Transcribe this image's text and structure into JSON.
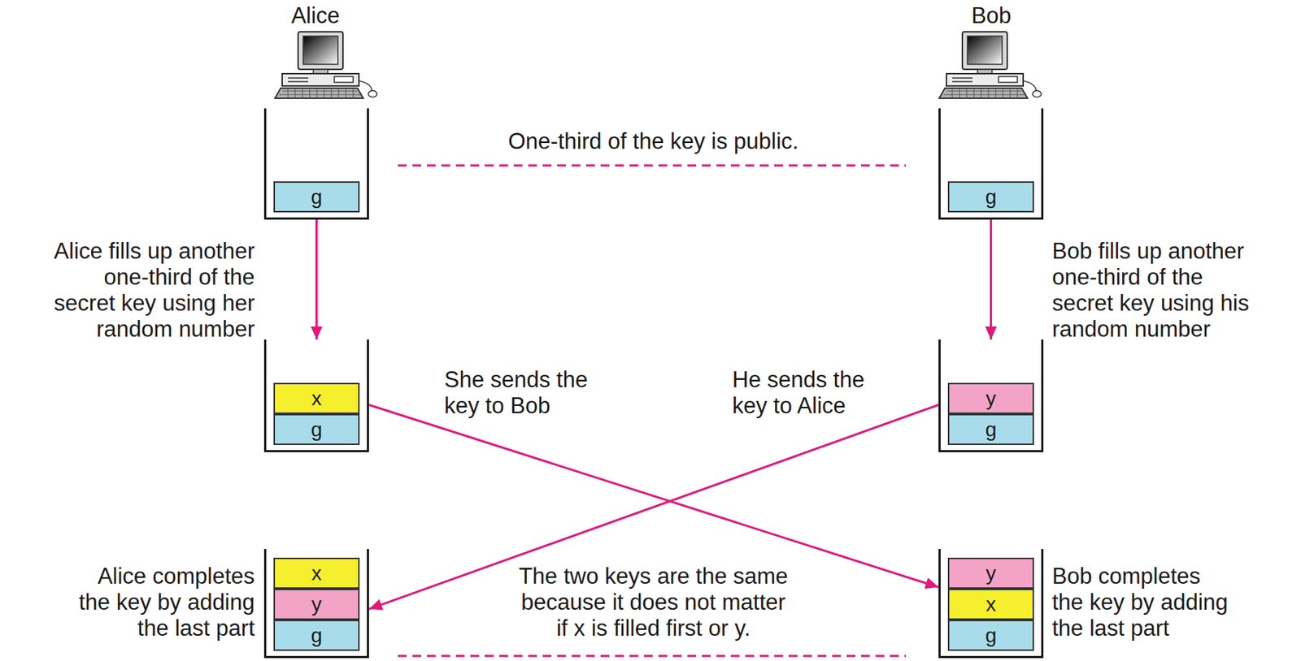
{
  "diagram": {
    "nodes": [
      {
        "text": []
      },
      {
        "text": [
          "g"
        ],
        "in": 0
      },
      {
        "text": []
      },
      {
        "text": [
          "g"
        ],
        "in": 2
      },
      {
        "text": []
      },
      {
        "text": [
          "x"
        ],
        "in": 4
      },
      {
        "text": [
          "g"
        ],
        "in": 4
      },
      {
        "text": []
      },
      {
        "text": [
          "y"
        ],
        "in": 7
      },
      {
        "text": [
          "g"
        ],
        "in": 7
      },
      {
        "text": []
      },
      {
        "text": [
          "x"
        ],
        "in": 10
      },
      {
        "text": [
          "y"
        ],
        "in": 10
      },
      {
        "text": [
          "g"
        ],
        "in": 10
      },
      {
        "text": []
      },
      {
        "text": [
          "y"
        ],
        "in": 14
      },
      {
        "text": [
          "x"
        ],
        "in": 14
      },
      {
        "text": [
          "g"
        ],
        "in": 14
      }
    ],
    "edges": [
      {
        "from": 0,
        "to": 4,
        "arrow": "to"
      },
      {
        "from": 2,
        "to": 7,
        "arrow": "to"
      },
      {
        "from": 4,
        "to": 14,
        "arrow": "to"
      },
      {
        "from": 7,
        "to": 10,
        "arrow": "to"
      }
    ],
    "labels": [
      "Alice",
      "Bob",
      "One-third of the key is public.",
      "Alice fills up another one-third of the secret key using her random number",
      "Bob fills up another one-third of the secret key using his random number",
      "She sends the key to Bob",
      "He sends the key to Alice",
      "Alice completes the key by adding the last part",
      "The two keys are the same because it does not matter if x is filled first or y.",
      "Bob completes the key by adding the last part"
    ]
  }
}
